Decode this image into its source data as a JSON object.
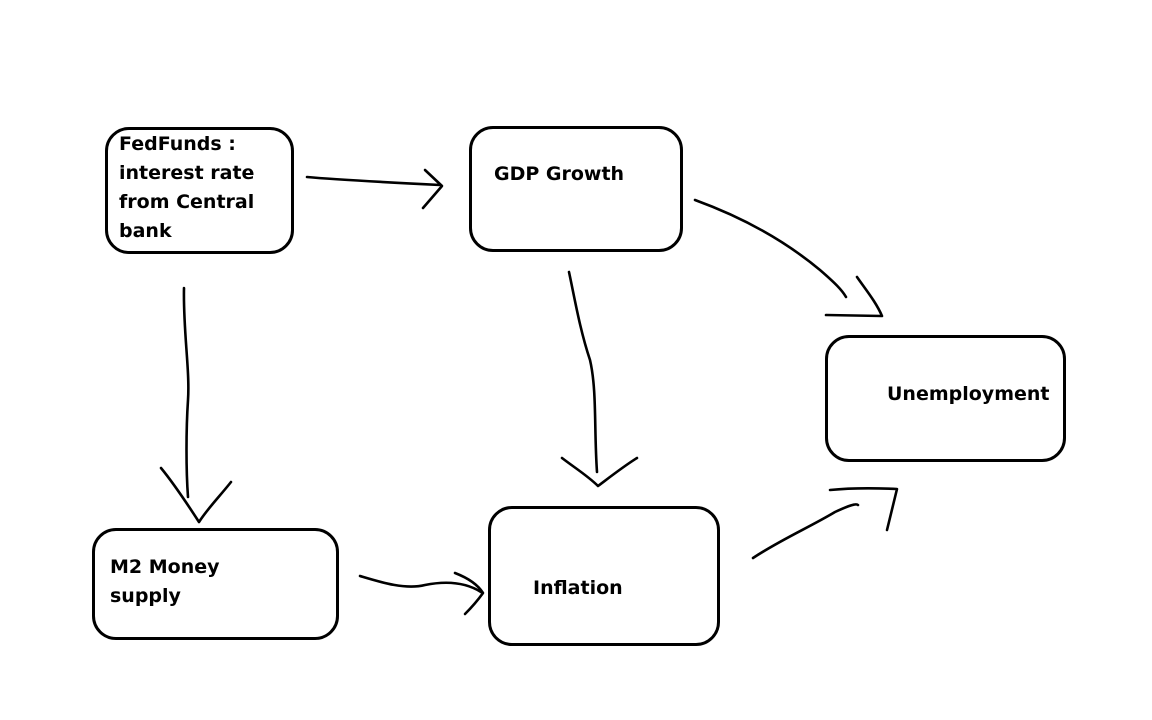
{
  "nodes": {
    "fedfunds": {
      "label": "FedFunds :\ninterest rate\nfrom Central\nbank"
    },
    "gdp_growth": {
      "label": "GDP Growth"
    },
    "unemployment": {
      "label": "Unemployment"
    },
    "m2_money_supply": {
      "label": "M2 Money\nsupply"
    },
    "inflation": {
      "label": "Inflation"
    }
  },
  "edges": [
    {
      "from": "fedfunds",
      "to": "gdp_growth"
    },
    {
      "from": "fedfunds",
      "to": "m2_money_supply"
    },
    {
      "from": "gdp_growth",
      "to": "unemployment"
    },
    {
      "from": "gdp_growth",
      "to": "inflation"
    },
    {
      "from": "m2_money_supply",
      "to": "inflation"
    },
    {
      "from": "inflation",
      "to": "unemployment"
    }
  ],
  "colors": {
    "background": "#ffffff",
    "stroke": "#000000",
    "text": "#000000"
  }
}
